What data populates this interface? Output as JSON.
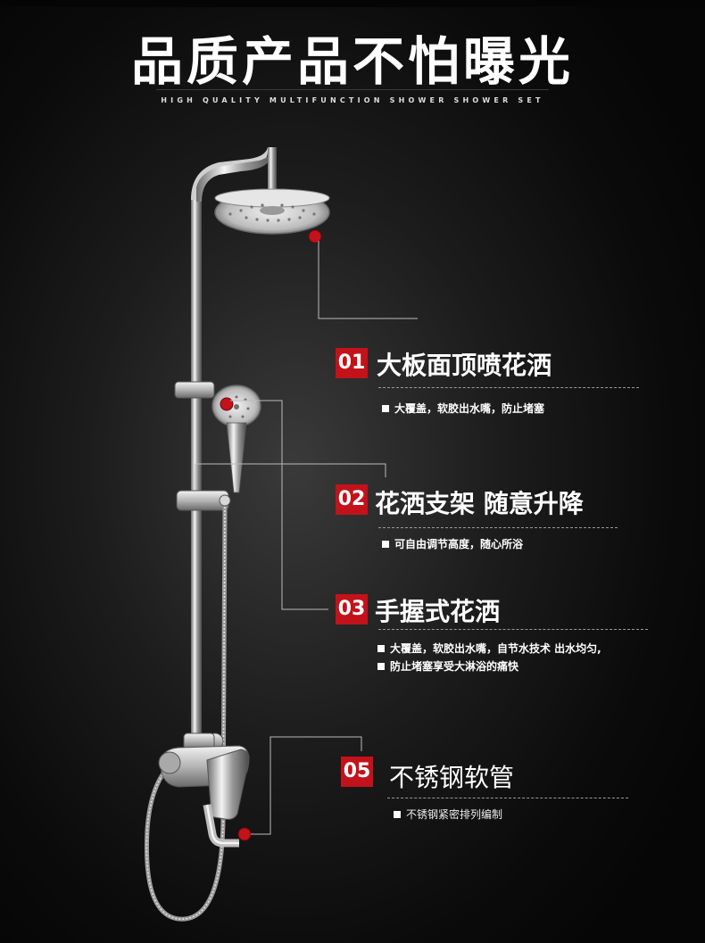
{
  "header": {
    "title": "品质产品不怕曝光",
    "subtitle": "HIGH QUALITY MULTIFUNCTION SHOWER SHOWER SET"
  },
  "colors": {
    "accent": "#c3121a",
    "text": "#ffffff",
    "background": "#0b0b0b"
  },
  "features": [
    {
      "number": "01",
      "title": "大板面顶喷花洒",
      "bullets": [
        "大覆盖，软胶出水嘴，防止堵塞"
      ]
    },
    {
      "number": "02",
      "title": "花洒支架   随意升降",
      "bullets": [
        "可自由调节高度，随心所浴"
      ]
    },
    {
      "number": "03",
      "title": "手握式花洒",
      "bullets": [
        "大覆盖，软胶出水嘴，自节水技术 出水均匀,",
        "防止堵塞享受大淋浴的痛快"
      ]
    },
    {
      "number": "05",
      "title": "不锈钢软管",
      "bullets": [
        "不锈钢紧密排列编制"
      ]
    }
  ]
}
